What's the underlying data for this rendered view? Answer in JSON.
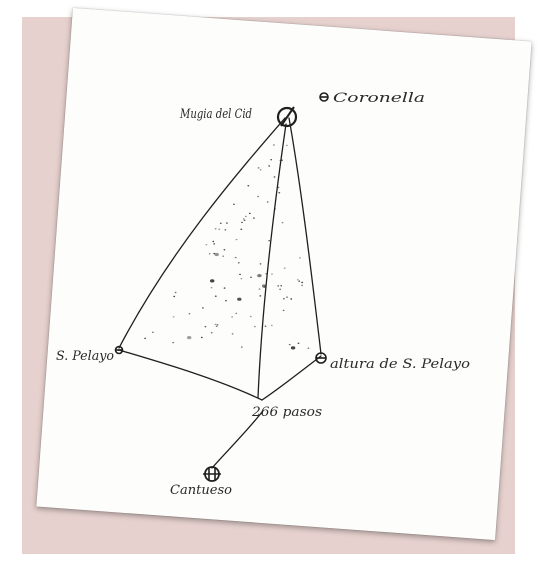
{
  "diagram": {
    "labels": {
      "top_left": "Mugia del Cid",
      "top_right": "Coronella",
      "left": "S. Pelayo",
      "right": "altura de S. Pelayo",
      "bottom_measure": "266 pasos",
      "bottom": "Cantueso"
    },
    "ink_color": "#1f1f1f",
    "paper_color": "#fdfdfb",
    "background_color": "#e6d1ce"
  }
}
